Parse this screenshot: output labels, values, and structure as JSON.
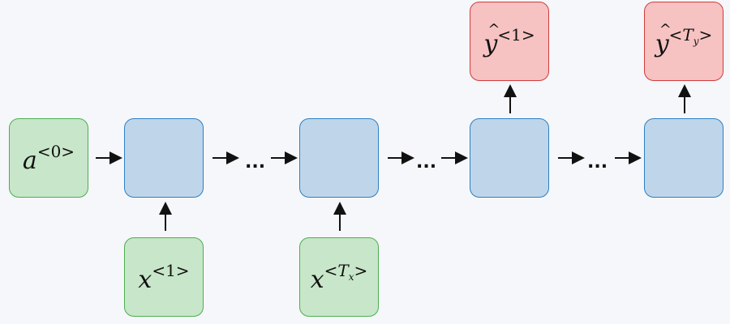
{
  "nodes": {
    "a0": {
      "var": "a",
      "sup": "<0>"
    },
    "x1": {
      "var": "x",
      "sup": "<1>"
    },
    "xTx": {
      "var": "x",
      "sup_pre": "<",
      "sup_var": "T",
      "sup_sub": "x",
      "sup_post": ">"
    },
    "y1": {
      "var": "y",
      "sup": "<1>"
    },
    "yTy": {
      "var": "y",
      "sup_pre": "<",
      "sup_var": "T",
      "sup_sub": "y",
      "sup_post": ">"
    }
  },
  "ellipsis": "..."
}
